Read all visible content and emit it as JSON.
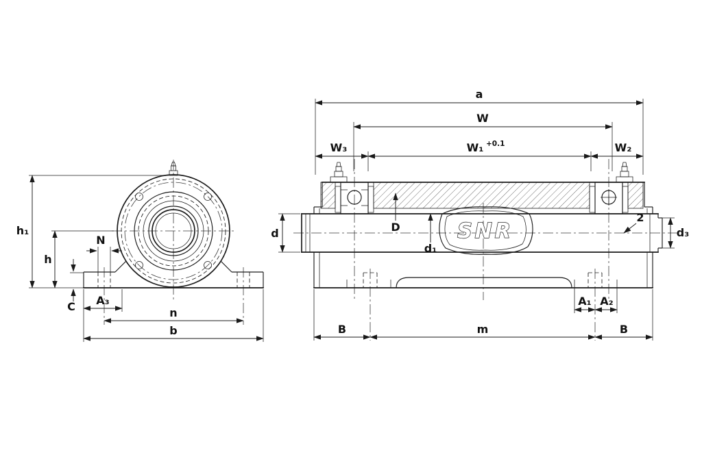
{
  "diagram": {
    "type": "bearing-unit-technical-drawing",
    "brand_logo": "SNR",
    "front_view_dimensions": {
      "h1": "h₁",
      "h": "h",
      "C": "C",
      "N": "N",
      "A3": "A₃",
      "n": "n",
      "b": "b"
    },
    "side_view_dimensions": {
      "a": "a",
      "W": "W",
      "W3": "W₃",
      "W1": "W₁",
      "W1_tol": "+0.1",
      "W2": "W₂",
      "d": "d",
      "D": "D",
      "d1": "d₁",
      "d3": "d₃",
      "callout": "2",
      "A1": "A₁",
      "A2": "A₂",
      "B_left": "B",
      "m": "m",
      "B_right": "B"
    }
  }
}
